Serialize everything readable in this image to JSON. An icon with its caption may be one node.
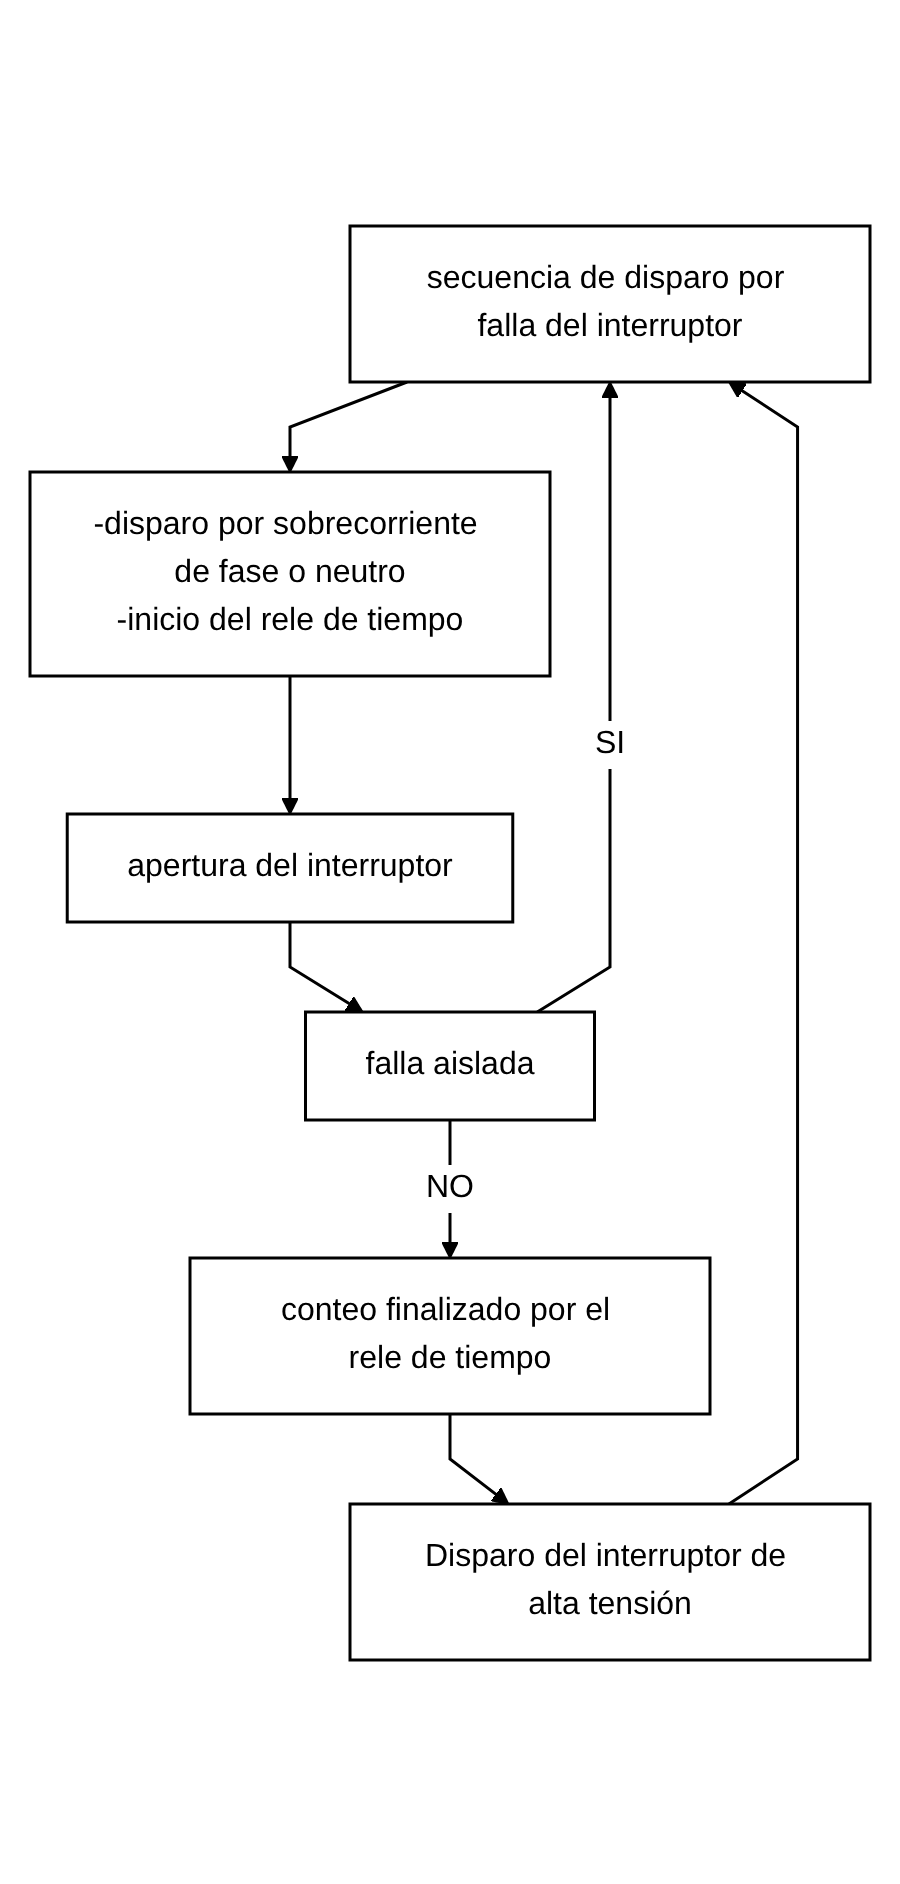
{
  "diagram": {
    "nodes": [
      {
        "text": [
          "secuencia de disparo por falla del interruptor"
        ]
      },
      {
        "text": [
          "-disparo por sobrecorriente de fase o neutro",
          "-inicio del rele de tiempo"
        ]
      },
      {
        "text": [
          "apertura del interruptor"
        ]
      },
      {
        "text": [
          "falla aislada"
        ]
      },
      {
        "text": [
          "conteo finalizado por el rele de tiempo"
        ]
      },
      {
        "text": [
          "Disparo del interruptor de alta tensión"
        ]
      }
    ],
    "edges": [
      {
        "from": 0,
        "to": 1,
        "arrow": "to"
      },
      {
        "from": 1,
        "to": 2,
        "arrow": "to"
      },
      {
        "from": 2,
        "to": 3,
        "arrow": "to"
      },
      {
        "from": 3,
        "to": 4,
        "arrow": "to",
        "label": "NO"
      },
      {
        "from": 4,
        "to": 5,
        "arrow": "to"
      },
      {
        "from": 3,
        "to": 0,
        "arrow": "to",
        "label": "SI"
      },
      {
        "from": 5,
        "to": 0,
        "arrow": "to"
      }
    ]
  }
}
